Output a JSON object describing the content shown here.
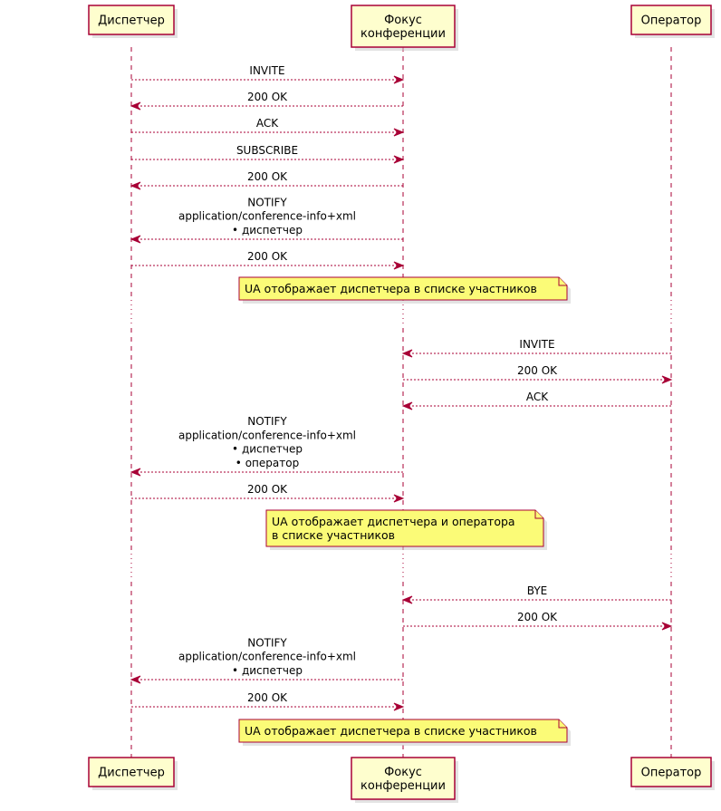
{
  "participants": [
    {
      "id": "dispatcher",
      "lines": [
        "Диспетчер"
      ]
    },
    {
      "id": "focus",
      "lines": [
        "Фокус",
        "конференции"
      ]
    },
    {
      "id": "operator",
      "lines": [
        "Оператор"
      ]
    }
  ],
  "events": [
    {
      "kind": "msg",
      "from": "dispatcher",
      "to": "focus",
      "lines": [
        "INVITE"
      ]
    },
    {
      "kind": "msg",
      "from": "focus",
      "to": "dispatcher",
      "lines": [
        "200 OK"
      ]
    },
    {
      "kind": "msg",
      "from": "dispatcher",
      "to": "focus",
      "lines": [
        "ACK"
      ]
    },
    {
      "kind": "msg",
      "from": "dispatcher",
      "to": "focus",
      "lines": [
        "SUBSCRIBE"
      ]
    },
    {
      "kind": "msg",
      "from": "focus",
      "to": "dispatcher",
      "lines": [
        "200 OK"
      ]
    },
    {
      "kind": "msg",
      "from": "focus",
      "to": "dispatcher",
      "lines": [
        "NOTIFY",
        "application/conference-info+xml",
        "• диспетчер"
      ]
    },
    {
      "kind": "msg",
      "from": "dispatcher",
      "to": "focus",
      "lines": [
        "200 OK"
      ]
    },
    {
      "kind": "note",
      "lines": [
        "UA отображает диспетчера в списке участников"
      ]
    },
    {
      "kind": "delay"
    },
    {
      "kind": "msg",
      "from": "operator",
      "to": "focus",
      "lines": [
        "INVITE"
      ]
    },
    {
      "kind": "msg",
      "from": "focus",
      "to": "operator",
      "lines": [
        "200 OK"
      ]
    },
    {
      "kind": "msg",
      "from": "operator",
      "to": "focus",
      "lines": [
        "ACK"
      ]
    },
    {
      "kind": "msg",
      "from": "focus",
      "to": "dispatcher",
      "lines": [
        "NOTIFY",
        "application/conference-info+xml",
        "• диспетчер",
        "• оператор"
      ]
    },
    {
      "kind": "msg",
      "from": "dispatcher",
      "to": "focus",
      "lines": [
        "200 OK"
      ]
    },
    {
      "kind": "note",
      "lines": [
        "UA отображает диспетчера и оператора",
        "в списке участников"
      ]
    },
    {
      "kind": "delay"
    },
    {
      "kind": "msg",
      "from": "operator",
      "to": "focus",
      "lines": [
        "BYE"
      ]
    },
    {
      "kind": "msg",
      "from": "focus",
      "to": "operator",
      "lines": [
        "200 OK"
      ]
    },
    {
      "kind": "msg",
      "from": "focus",
      "to": "dispatcher",
      "lines": [
        "NOTIFY",
        "application/conference-info+xml",
        "• диспетчер"
      ]
    },
    {
      "kind": "msg",
      "from": "dispatcher",
      "to": "focus",
      "lines": [
        "200 OK"
      ]
    },
    {
      "kind": "note",
      "lines": [
        "UA отображает диспетчера в списке участников"
      ]
    }
  ],
  "colors": {
    "line": "#A80036",
    "participant_fill": "#FEFECE",
    "note_fill": "#FBFB77"
  }
}
